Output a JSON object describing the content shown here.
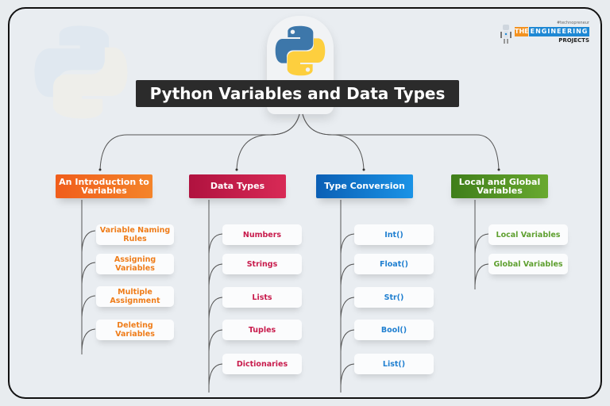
{
  "title": "Python Variables and Data Types",
  "brand": {
    "tagline": "#technopreneur",
    "the": "THE",
    "engineering": "ENGINEERING",
    "projects": "PROJECTS"
  },
  "colors": {
    "orange": "#f06a1c",
    "crimson": "#c8154a",
    "blue": "#0f73c8",
    "green": "#4f8f23",
    "title_bg": "#2b2b2b",
    "background": "#e9edf1"
  },
  "branches": [
    {
      "label": "An Introduction to Variables",
      "color": "#f06a1c",
      "items": [
        "Variable Naming Rules",
        "Assigning Variables",
        "Multiple Assignment",
        "Deleting Variables"
      ]
    },
    {
      "label": "Data Types",
      "color": "#c8154a",
      "items": [
        "Numbers",
        "Strings",
        "Lists",
        "Tuples",
        "Dictionaries"
      ]
    },
    {
      "label": "Type Conversion",
      "color": "#0f73c8",
      "items": [
        "Int()",
        "Float()",
        "Str()",
        "Bool()",
        "List()"
      ]
    },
    {
      "label": "Local and Global Variables",
      "color": "#4f8f23",
      "items": [
        "Local Variables",
        "Global Variables"
      ]
    }
  ]
}
